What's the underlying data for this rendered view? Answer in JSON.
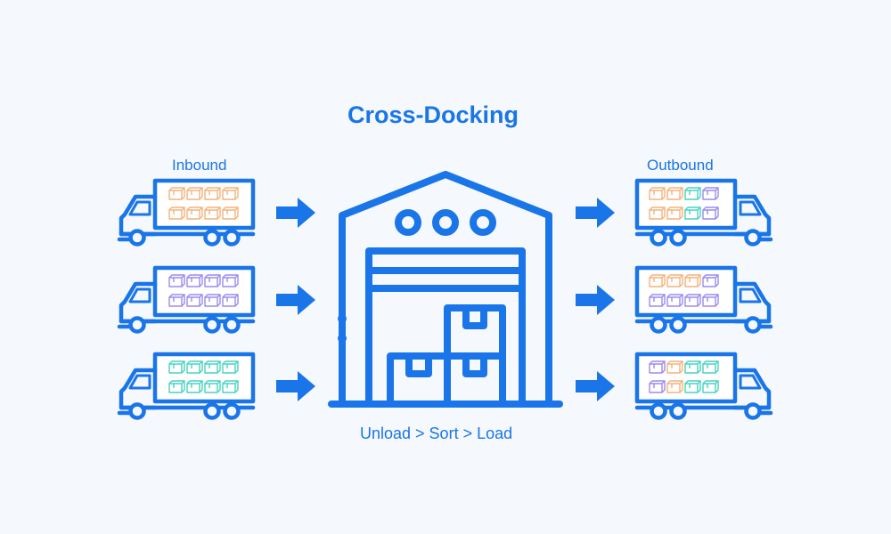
{
  "title": "Cross-Docking",
  "inbound_label": "Inbound",
  "outbound_label": "Outbound",
  "process_label": "Unload > Sort > Load",
  "colors": {
    "background": "#f5f9fd",
    "primary": "#1a75e8",
    "box_orange": "#f5b27a",
    "box_purple": "#9a8bf0",
    "box_teal": "#48d3c0"
  },
  "inbound_trucks": [
    {
      "name": "inbound-truck-1",
      "box_colors": [
        "box_orange",
        "box_orange",
        "box_orange",
        "box_orange",
        "box_orange",
        "box_orange",
        "box_orange",
        "box_orange"
      ]
    },
    {
      "name": "inbound-truck-2",
      "box_colors": [
        "box_purple",
        "box_purple",
        "box_purple",
        "box_purple",
        "box_purple",
        "box_purple",
        "box_purple",
        "box_purple"
      ]
    },
    {
      "name": "inbound-truck-3",
      "box_colors": [
        "box_teal",
        "box_teal",
        "box_teal",
        "box_teal",
        "box_teal",
        "box_teal",
        "box_teal",
        "box_teal"
      ]
    }
  ],
  "outbound_trucks": [
    {
      "name": "outbound-truck-1",
      "box_colors": [
        "box_orange",
        "box_orange",
        "box_teal",
        "box_purple",
        "box_orange",
        "box_orange",
        "box_teal",
        "box_purple"
      ]
    },
    {
      "name": "outbound-truck-2",
      "box_colors": [
        "box_orange",
        "box_orange",
        "box_orange",
        "box_purple",
        "box_purple",
        "box_purple",
        "box_purple",
        "box_purple"
      ]
    },
    {
      "name": "outbound-truck-3",
      "box_colors": [
        "box_purple",
        "box_orange",
        "box_teal",
        "box_teal",
        "box_purple",
        "box_orange",
        "box_teal",
        "box_teal"
      ]
    }
  ],
  "icons": {
    "warehouse": "warehouse-icon",
    "arrow": "arrow-right-icon",
    "truck": "truck-icon",
    "box": "box-icon"
  }
}
